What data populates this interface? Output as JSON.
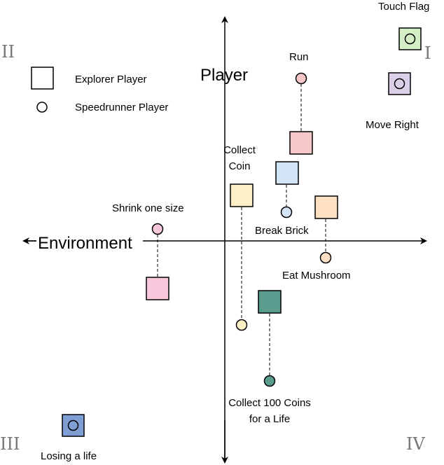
{
  "axes": {
    "vertical_label": "Player",
    "horizontal_label": "Environment"
  },
  "quadrants": {
    "q1": "I",
    "q2": "II",
    "q3": "III",
    "q4": "IV"
  },
  "legend": {
    "explorer": "Explorer Player",
    "speedrunner": "Speedrunner Player"
  },
  "pairs": [
    {
      "label": "Run",
      "color": "#f4c8c8"
    },
    {
      "label": "Collect\nCoin",
      "color": "#fff0c8"
    },
    {
      "label": "Break Brick",
      "color": "#d4e4f7"
    },
    {
      "label": "Eat Mushroom",
      "color": "#fde0c4"
    },
    {
      "label": "Shrink one size",
      "color": "#f7c8dc"
    },
    {
      "label": "Collect 100 Coins\nfor a Life",
      "color": "#5a9c8e"
    }
  ],
  "combined": [
    {
      "label": "Touch Flag",
      "color": "#d4efc6"
    },
    {
      "label": "Move Right",
      "color": "#dcd0e8"
    },
    {
      "label": "Losing a life",
      "color": "#7f9fd4"
    }
  ],
  "colors": {
    "axis": "#000000",
    "outline": "#000000",
    "quadrant_text": "#777777"
  }
}
